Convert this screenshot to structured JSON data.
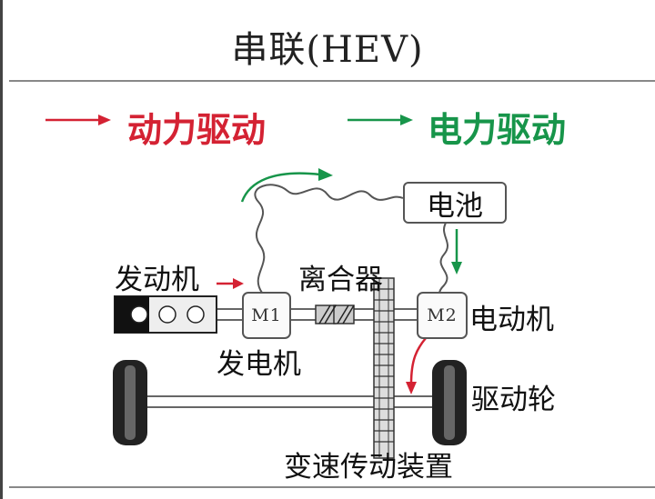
{
  "title": "串联(HEV)",
  "legend": {
    "power_drive": "动力驱动",
    "electric_drive": "电力驱动",
    "power_color": "#d42233",
    "electric_color": "#17954a"
  },
  "labels": {
    "engine": "发动机",
    "clutch": "离合器",
    "battery": "电池",
    "motor": "电动机",
    "generator": "发电机",
    "drive_wheel": "驱动轮",
    "transmission": "变速传动装置",
    "m1": "M1",
    "m2": "M2"
  }
}
